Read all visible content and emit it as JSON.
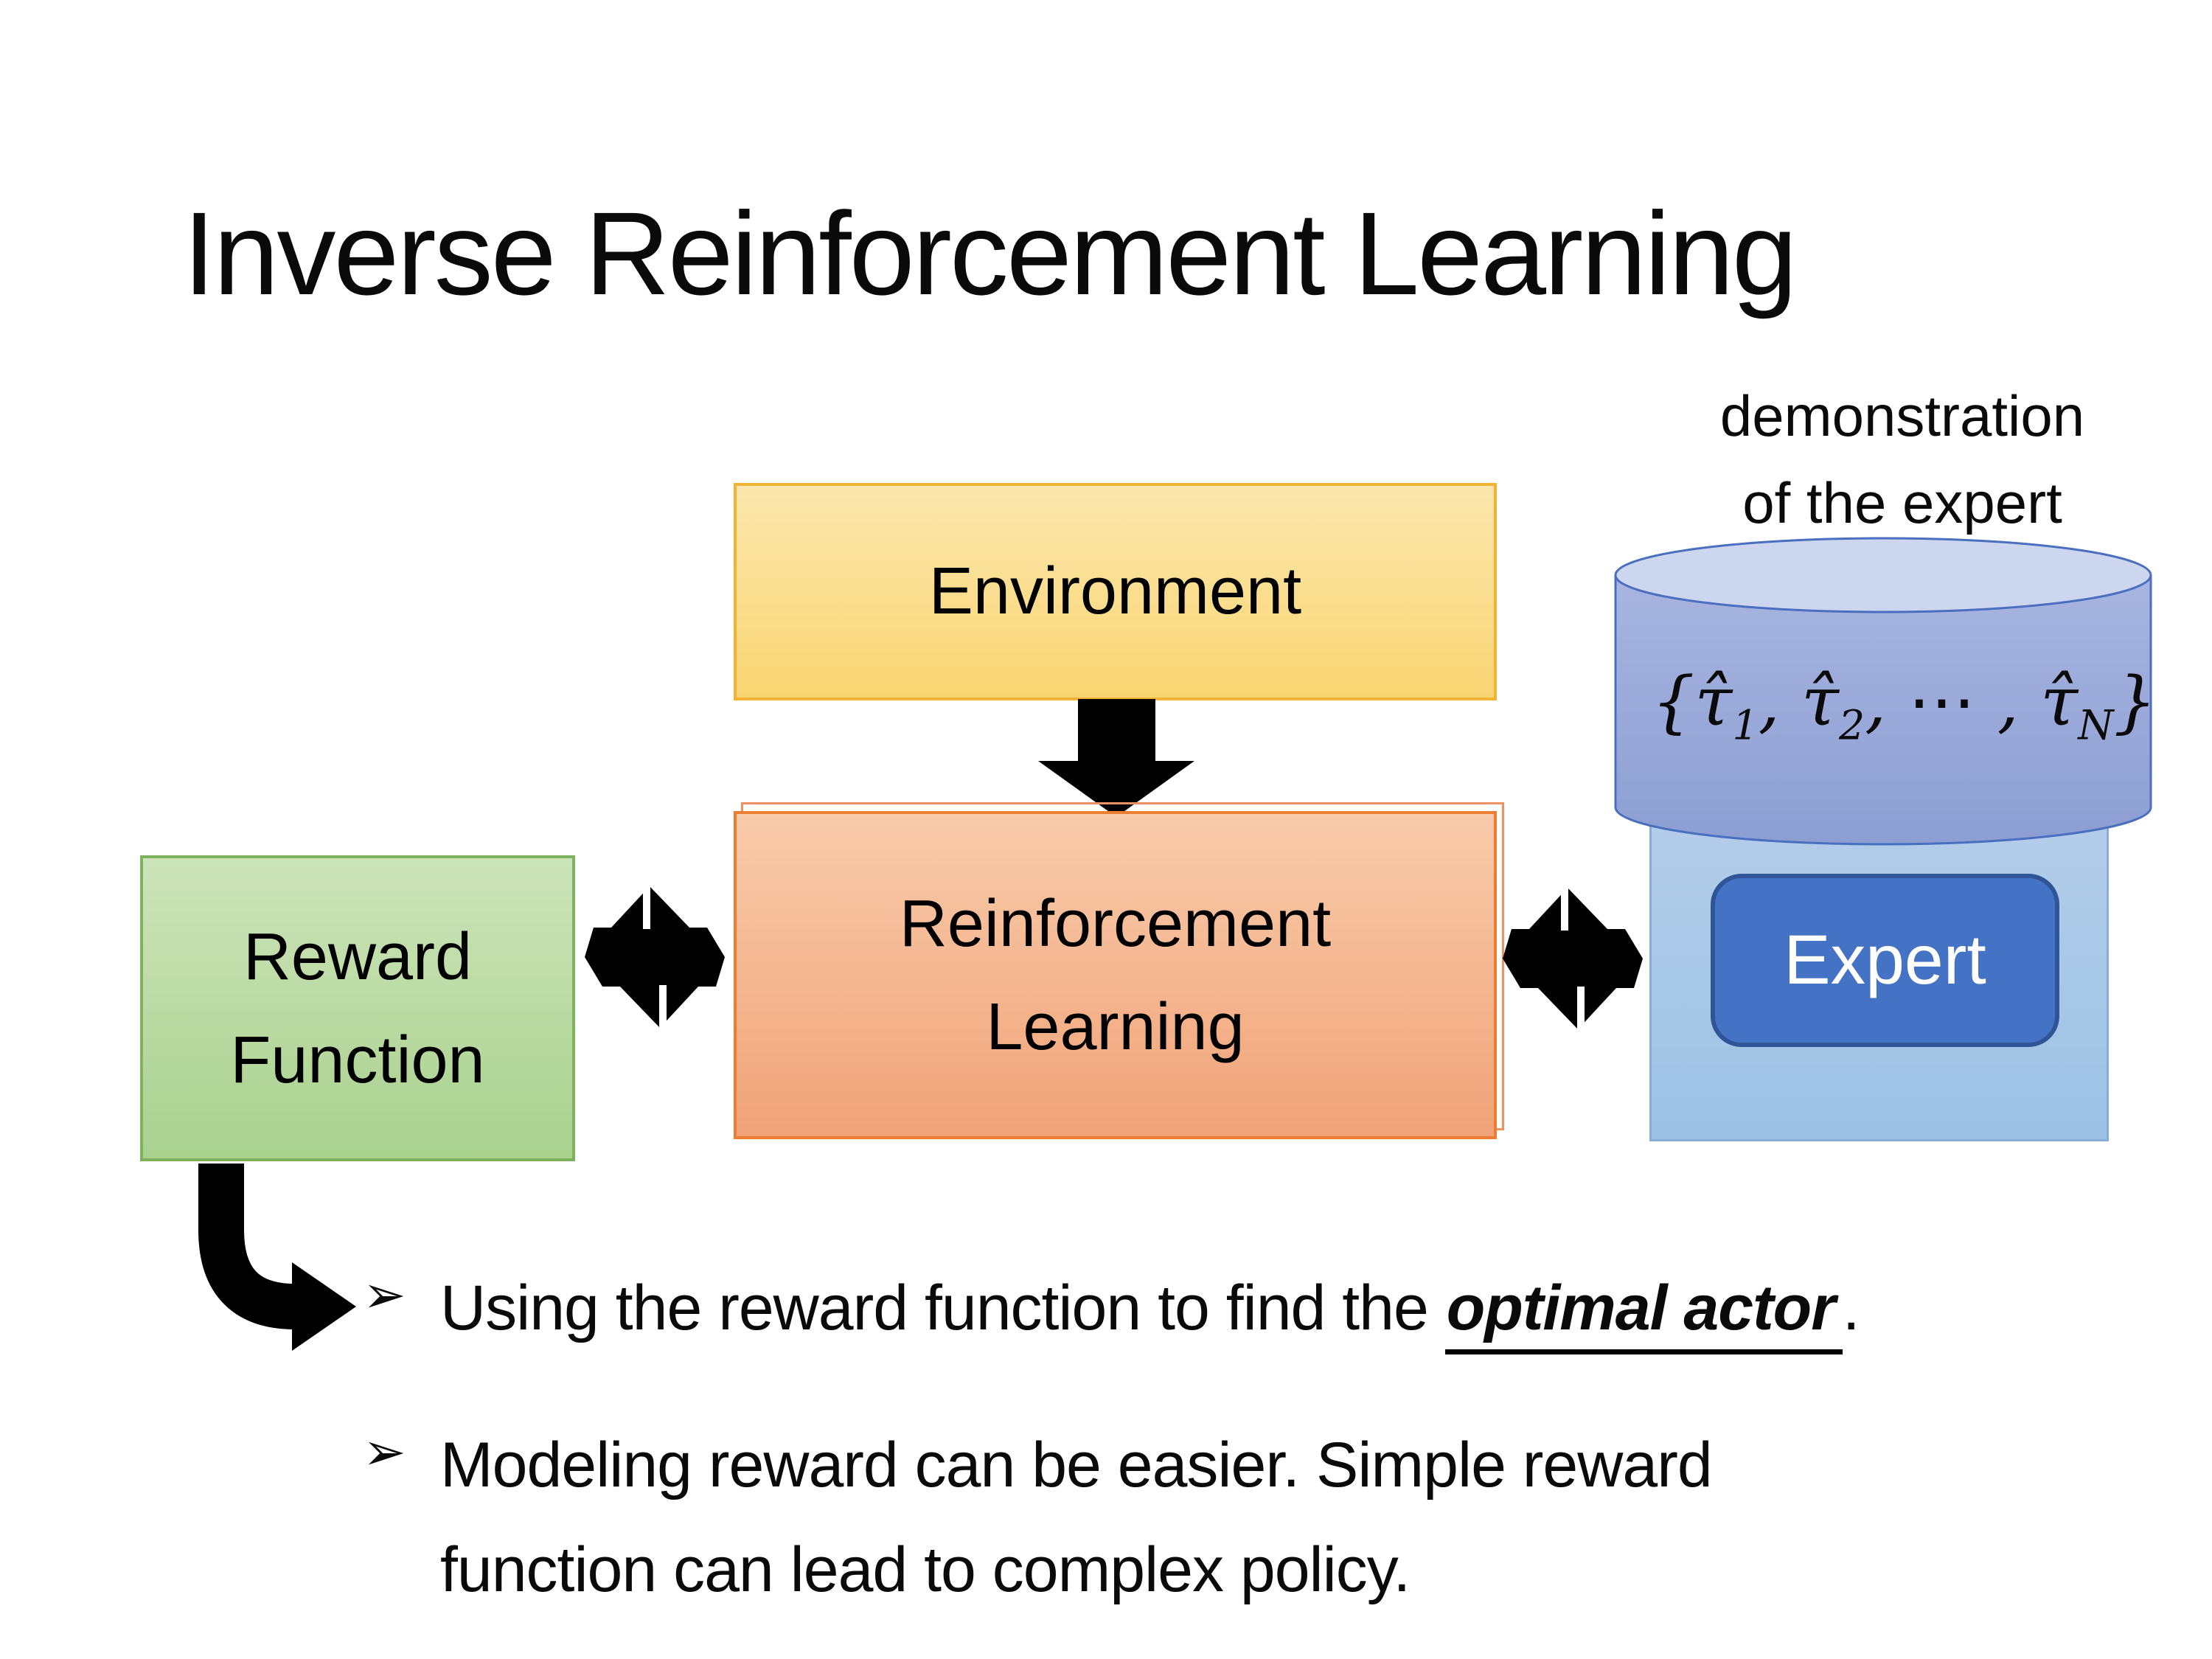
{
  "slide": {
    "title": "Inverse Reinforcement Learning"
  },
  "diagram": {
    "environment": {
      "label": "Environment"
    },
    "reinforcement_learning": {
      "line1": "Reinforcement",
      "line2": "Learning"
    },
    "reward_function": {
      "line1": "Reward",
      "line2": "Function"
    },
    "expert": {
      "label": "Expert"
    },
    "demonstration": {
      "line1": "demonstration",
      "line2": "of the expert"
    },
    "trajectory_set_html": "{τ̂<sub>1</sub>, τ̂<sub>2</sub>, ⋯ , τ̂<sub>N</sub>}"
  },
  "bullets": {
    "marker": "➢",
    "item1": {
      "prefix": "Using the reward function to find the ",
      "highlight": "optimal actor",
      "suffix": "."
    },
    "item2": {
      "line1": "Modeling reward can be easier. Simple reward",
      "line2": "function can lead to complex policy."
    }
  },
  "colors": {
    "env_fill_top": "#FBE7AE",
    "env_fill_bottom": "#FAD572",
    "env_border": "#F2B233",
    "rl_fill_top": "#F8CBAB",
    "rl_fill_bottom": "#F1A378",
    "rl_border": "#ED7D31",
    "reward_fill_top": "#CDE4BA",
    "reward_fill_bottom": "#A9D18E",
    "reward_border": "#7EB25F",
    "cylinder_body_top": "#A8B5E0",
    "cylinder_body_bottom": "#8C9ED2",
    "cylinder_top_fill": "#CDD6EF",
    "cylinder_border": "#4A6FBF",
    "expert_panel_fill": "#9CC2E5",
    "expert_panel_border": "#86AED9",
    "expert_fill": "#4472C4",
    "expert_border": "#2F5597",
    "arrow_color": "#000000"
  }
}
